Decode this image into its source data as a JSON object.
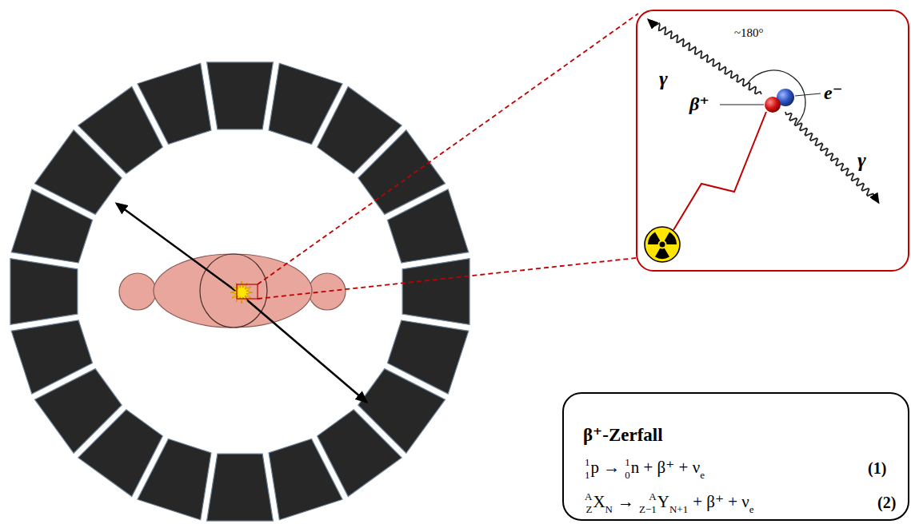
{
  "diagram": {
    "nodes": [
      {
        "text": [
          "γ",
          "~180°",
          "β⁺",
          "e⁻",
          "γ"
        ]
      },
      {
        "text": [
          "β⁺-Zerfall",
          "1",
          "1",
          "p →",
          "1",
          "0",
          "n + β⁺ + ν",
          "e",
          "(1)",
          "A",
          "Z",
          "X",
          "N",
          "→",
          "A",
          "Z−1",
          "Y",
          "N+1",
          "+ β⁺ + ν",
          "e",
          "(2)"
        ]
      }
    ]
  }
}
